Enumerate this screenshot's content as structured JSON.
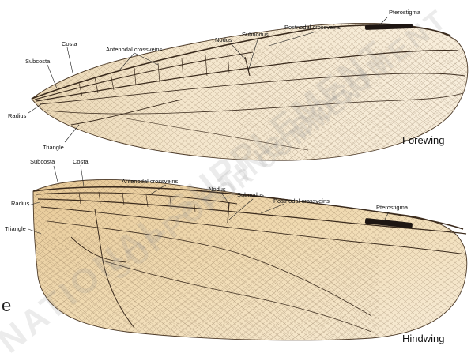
{
  "watermark": {
    "line1": "NATIONAL SUPPLEMENT",
    "line2": "SUPPORTING DOCUMENT",
    "line3": "FOR COMMENT"
  },
  "stray_glyph": "e",
  "forewing": {
    "title": "Forewing",
    "labels": {
      "costa": "Costa",
      "subcosta": "Subcosta",
      "antenodal": "Antenodal crossveins",
      "nodus": "Nodus",
      "subnodus": "Subnodus",
      "postnodal": "Postnodal crossveins",
      "pterostigma": "Pterostigma",
      "radius": "Radius",
      "triangle": "Triangle"
    }
  },
  "hindwing": {
    "title": "Hindwing",
    "labels": {
      "subcosta": "Subcosta",
      "costa": "Costa",
      "antenodal": "Antenodal crossveins",
      "nodus": "Nodus",
      "subnodus": "Subnodus",
      "postnodal": "Postnodal crossveins",
      "pterostigma": "Pterostigma",
      "radius": "Radius",
      "triangle": "Triangle"
    }
  },
  "colors": {
    "membrane_light": "#f6ead4",
    "membrane_amber": "#e8c894",
    "vein": "#3a2a1c",
    "pterostigma": "#1e1612"
  }
}
